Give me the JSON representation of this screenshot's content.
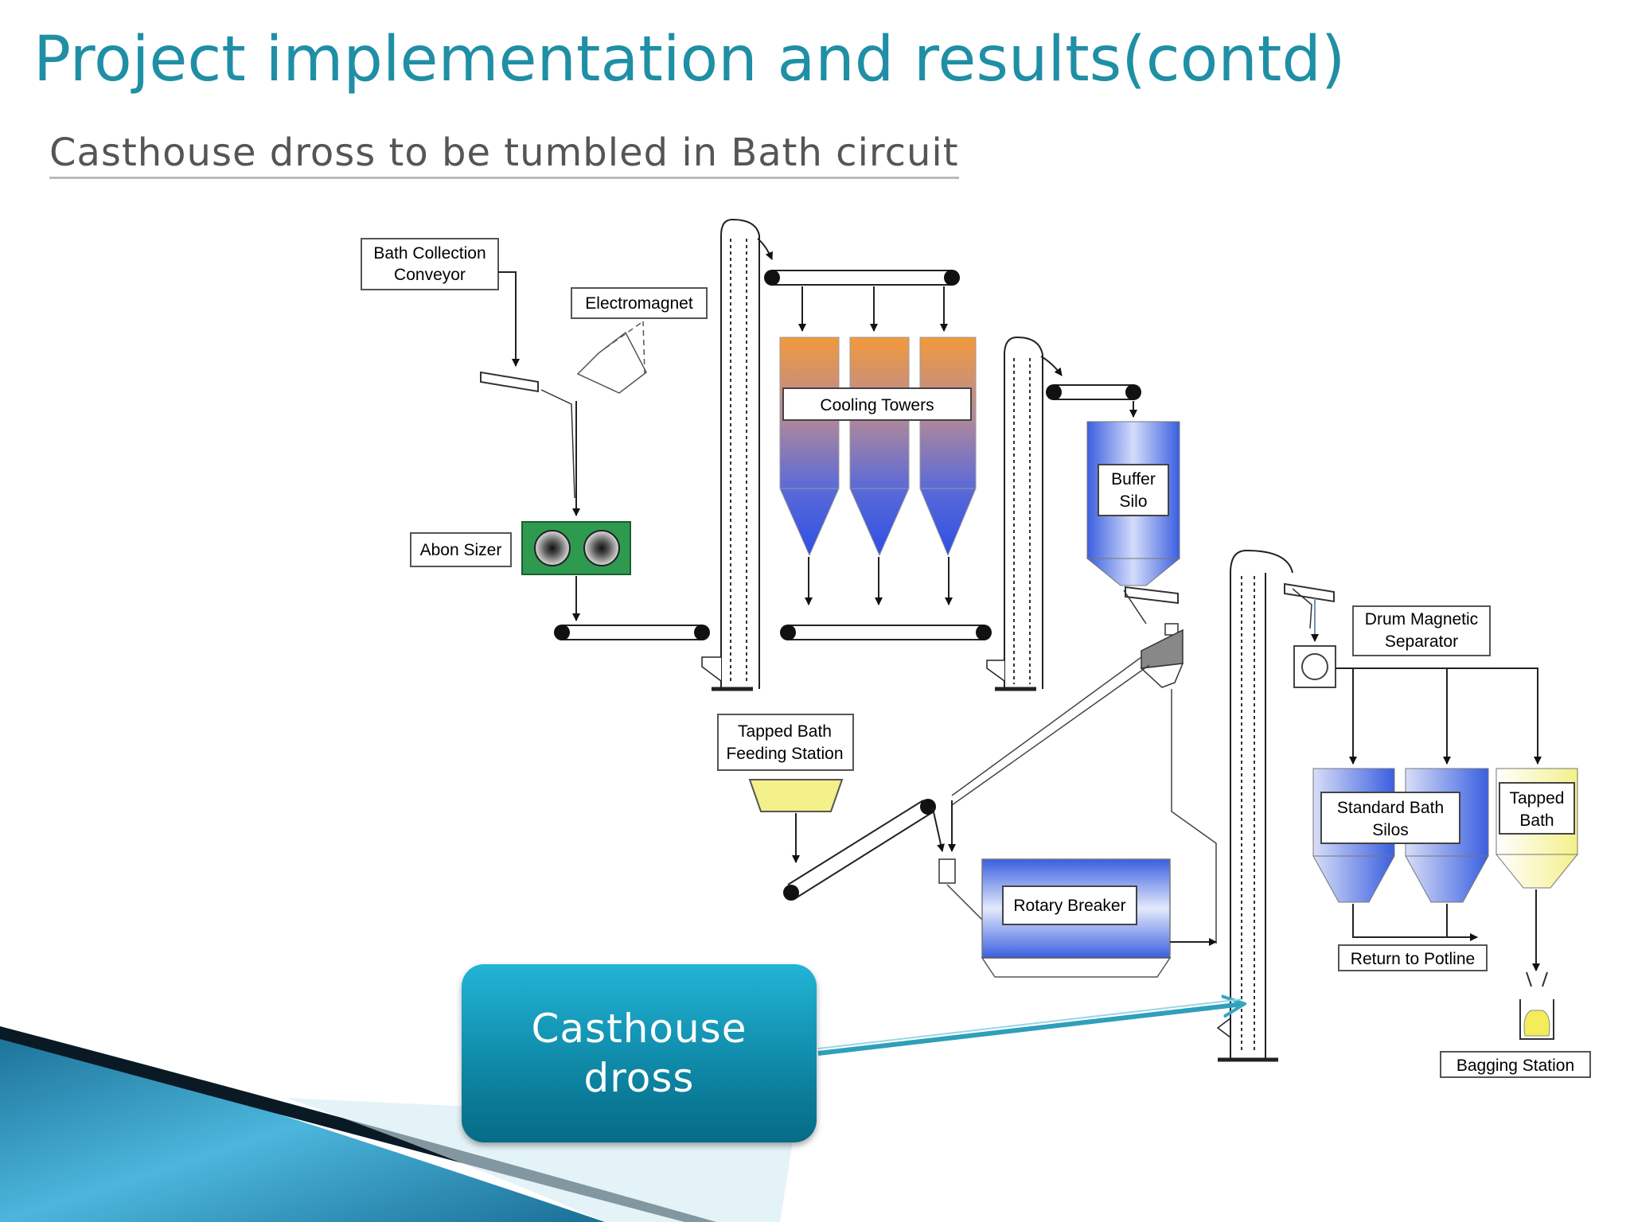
{
  "slide": {
    "title": "Project implementation and results(contd)",
    "subtitle": "Casthouse dross to be tumbled in Bath circuit"
  },
  "diagram": {
    "labels": {
      "bath_collection_conveyor": [
        "Bath Collection",
        "Conveyor"
      ],
      "electromagnet": "Electromagnet",
      "abon_sizer": "Abon Sizer",
      "cooling_towers": "Cooling Towers",
      "buffer_silo": [
        "Buffer",
        "Silo"
      ],
      "drum_magnetic_separator": [
        "Drum Magnetic",
        "Separator"
      ],
      "tapped_bath_feeding_station": [
        "Tapped  Bath",
        "Feeding Station"
      ],
      "standard_bath_silos": [
        "Standard Bath",
        "Silos"
      ],
      "tapped_bath": [
        "Tapped",
        "Bath"
      ],
      "rotary_breaker": "Rotary Breaker",
      "return_to_potline": "Return to Potline",
      "bagging_station": "Bagging Station"
    }
  },
  "callout": {
    "text": "Casthouse dross"
  },
  "colors": {
    "title": "#1f8fa5",
    "cooling_top": "#f29a3c",
    "silo_blue": "#3a5fe0",
    "sizer_green": "#2e9a50",
    "feeder_yellow": "#f4f08a",
    "callout": "#0b7f9c"
  }
}
